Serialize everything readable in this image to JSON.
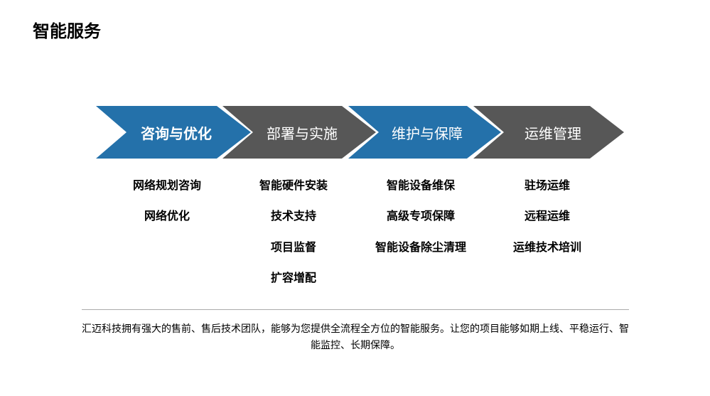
{
  "title": "智能服务",
  "colors": {
    "blue": "#2471aa",
    "gray": "#575757"
  },
  "steps": [
    {
      "label": "咨询与优化",
      "color": "#2471aa",
      "items": [
        "网络规划咨询",
        "网络优化"
      ]
    },
    {
      "label": "部署与实施",
      "color": "#575757",
      "items": [
        "智能硬件安装",
        "技术支持",
        "项目监督",
        "扩容增配"
      ]
    },
    {
      "label": "维护与保障",
      "color": "#2471aa",
      "items": [
        "智能设备维保",
        "高级专项保障",
        "智能设备除尘清理"
      ]
    },
    {
      "label": "运维管理",
      "color": "#575757",
      "items": [
        "驻场运维",
        "远程运维",
        "运维技术培训"
      ]
    }
  ],
  "description": "汇迈科技拥有强大的售前、售后技术团队，能够为您提供全流程全方位的智能服务。让您的项目能够如期上线、平稳运行、智能监控、长期保障。"
}
